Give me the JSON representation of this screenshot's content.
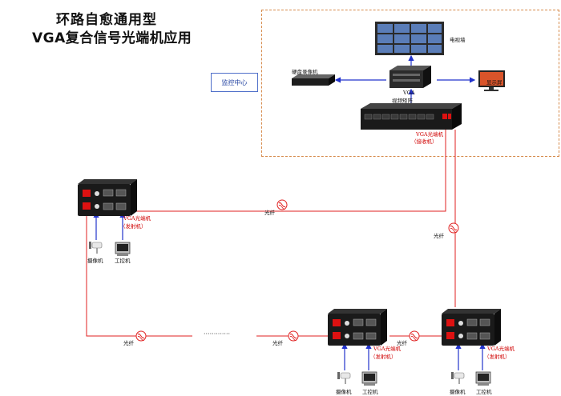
{
  "title": {
    "line1": "环路自愈通用型",
    "line2": "VGA复合信号光端机应用"
  },
  "center": {
    "label": "监控中心"
  },
  "devices": {
    "tv_wall": "电视墙",
    "recorder": "硬盘录像机",
    "matrix_line1": "VGA",
    "matrix_line2": "视频矩阵",
    "display": "显示屏",
    "receiver_line1": "VGA光端机",
    "receiver_line2": "（接收机）",
    "tx_line1": "VGA光端机",
    "tx_line2": "（发射机）",
    "camera": "摄像机",
    "ipc": "工控机"
  },
  "links": {
    "fiber": "光纤",
    "dots": "·············"
  },
  "colors": {
    "fiber": "#e02020",
    "signal": "#2233cc",
    "zone": "#d68a4a"
  }
}
